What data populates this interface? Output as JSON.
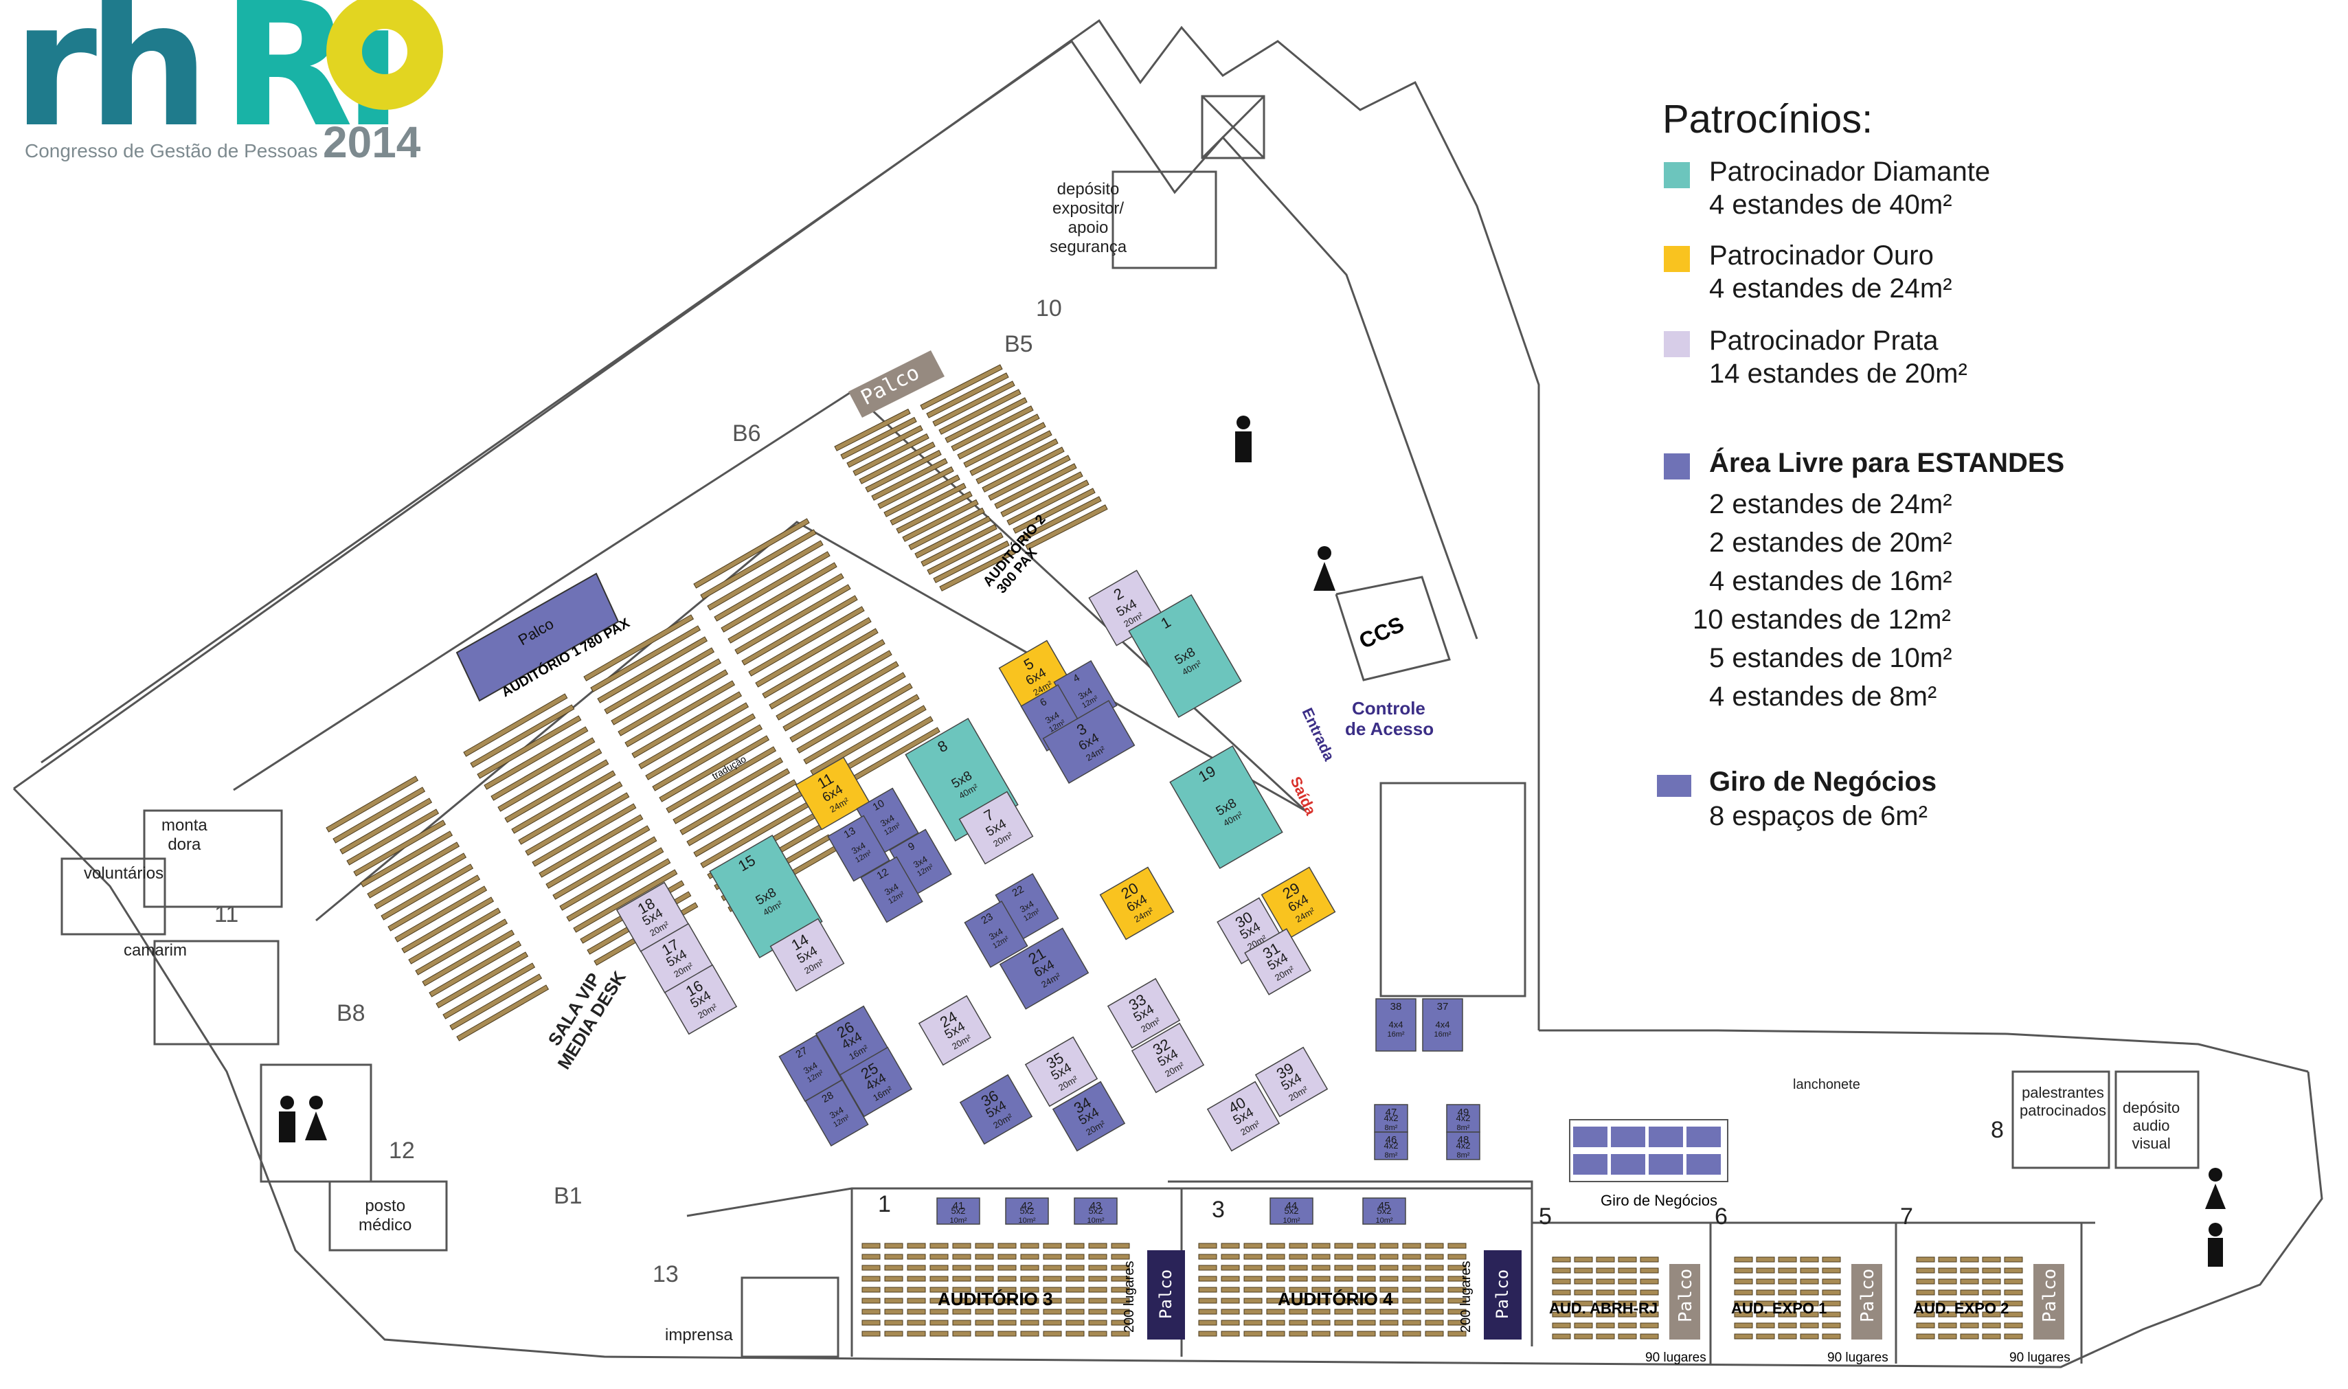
{
  "logo": {
    "rh": "rh",
    "rio": "Ri",
    "subtitle": "Congresso de Gestão de Pessoas",
    "year": "2014"
  },
  "legend": {
    "title": "Patrocínios:",
    "items": [
      {
        "name": "Patrocinador Diamante",
        "detail": "4 estandes de 40m²",
        "color": "#6cc5bd"
      },
      {
        "name": "Patrocinador Ouro",
        "detail": "4 estandes de 24m²",
        "color": "#f9c31f"
      },
      {
        "name": "Patrocinador Prata",
        "detail": "14 estandes de 20m²",
        "color": "#d7cde8"
      }
    ],
    "free_area": {
      "name": "Área Livre para ESTANDES",
      "color": "#6f72b6",
      "lines": [
        "2 estandes de 24m²",
        "2 estandes de 20m²",
        "4 estandes de 16m²",
        "10 estandes de 12m²",
        "5 estandes de 10m²",
        "4 estandes de 8m²"
      ]
    },
    "giro": {
      "name": "Giro de Negócios",
      "detail": "8 espaços de 6m²",
      "color": "#6f72b6"
    }
  },
  "booths": [
    {
      "num": "2",
      "size": "5x4",
      "area": "20m²",
      "tier": "prata"
    },
    {
      "num": "1",
      "size": "5x8",
      "area": "40m²",
      "tier": "diamante"
    },
    {
      "num": "5",
      "size": "6x4",
      "area": "24m²",
      "tier": "ouro"
    },
    {
      "num": "4",
      "size": "3x4",
      "area": "12m²",
      "tier": "livre"
    },
    {
      "num": "6",
      "size": "3x4",
      "area": "12m²",
      "tier": "livre"
    },
    {
      "num": "3",
      "size": "6x4",
      "area": "24m²",
      "tier": "livre"
    },
    {
      "num": "8",
      "size": "5x8",
      "area": "40m²",
      "tier": "diamante"
    },
    {
      "num": "7",
      "size": "5x4",
      "area": "20m²",
      "tier": "prata"
    },
    {
      "num": "11",
      "size": "6x4",
      "area": "24m²",
      "tier": "ouro"
    },
    {
      "num": "10",
      "size": "3x4",
      "area": "12m²",
      "tier": "livre"
    },
    {
      "num": "13",
      "size": "3x4",
      "area": "12m²",
      "tier": "livre"
    },
    {
      "num": "9",
      "size": "3x4",
      "area": "12m²",
      "tier": "livre"
    },
    {
      "num": "12",
      "size": "3x4",
      "area": "12m²",
      "tier": "livre"
    },
    {
      "num": "19",
      "size": "5x8",
      "area": "40m²",
      "tier": "diamante"
    },
    {
      "num": "15",
      "size": "5x8",
      "area": "40m²",
      "tier": "diamante"
    },
    {
      "num": "14",
      "size": "5x4",
      "area": "20m²",
      "tier": "prata"
    },
    {
      "num": "20",
      "size": "6x4",
      "area": "24m²",
      "tier": "ouro"
    },
    {
      "num": "29",
      "size": "6x4",
      "area": "24m²",
      "tier": "ouro"
    },
    {
      "num": "30",
      "size": "5x4",
      "area": "20m²",
      "tier": "prata"
    },
    {
      "num": "31",
      "size": "5x4",
      "area": "20m²",
      "tier": "prata"
    },
    {
      "num": "18",
      "size": "5x4",
      "area": "20m²",
      "tier": "prata"
    },
    {
      "num": "17",
      "size": "5x4",
      "area": "20m²",
      "tier": "prata"
    },
    {
      "num": "16",
      "size": "5x4",
      "area": "20m²",
      "tier": "prata"
    },
    {
      "num": "22",
      "size": "3x4",
      "area": "12m²",
      "tier": "livre"
    },
    {
      "num": "23",
      "size": "3x4",
      "area": "12m²",
      "tier": "livre"
    },
    {
      "num": "21",
      "size": "6x4",
      "area": "24m²",
      "tier": "livre"
    },
    {
      "num": "24",
      "size": "5x4",
      "area": "20m²",
      "tier": "prata"
    },
    {
      "num": "33",
      "size": "5x4",
      "area": "20m²",
      "tier": "prata"
    },
    {
      "num": "32",
      "size": "5x4",
      "area": "20m²",
      "tier": "prata"
    },
    {
      "num": "26",
      "size": "4x4",
      "area": "16m²",
      "tier": "livre"
    },
    {
      "num": "27",
      "size": "3x4",
      "area": "12m²",
      "tier": "livre"
    },
    {
      "num": "25",
      "size": "4x4",
      "area": "16m²",
      "tier": "livre"
    },
    {
      "num": "28",
      "size": "3x4",
      "area": "12m²",
      "tier": "livre"
    },
    {
      "num": "35",
      "size": "5x4",
      "area": "20m²",
      "tier": "prata"
    },
    {
      "num": "36",
      "size": "5x4",
      "area": "20m²",
      "tier": "livre"
    },
    {
      "num": "34",
      "size": "5x4",
      "area": "20m²",
      "tier": "livre"
    },
    {
      "num": "39",
      "size": "5x4",
      "area": "20m²",
      "tier": "prata"
    },
    {
      "num": "40",
      "size": "5x4",
      "area": "20m²",
      "tier": "prata"
    },
    {
      "num": "38",
      "size": "4x4",
      "area": "16m²",
      "tier": "livre"
    },
    {
      "num": "37",
      "size": "4x4",
      "area": "16m²",
      "tier": "livre"
    },
    {
      "num": "47",
      "size": "4x2",
      "area": "8m²",
      "tier": "livre"
    },
    {
      "num": "49",
      "size": "4x2",
      "area": "8m²",
      "tier": "livre"
    },
    {
      "num": "46",
      "size": "4x2",
      "area": "8m²",
      "tier": "livre"
    },
    {
      "num": "48",
      "size": "4x2",
      "area": "8m²",
      "tier": "livre"
    },
    {
      "num": "41",
      "size": "5x2",
      "area": "10m²",
      "tier": "livre"
    },
    {
      "num": "42",
      "size": "5x2",
      "area": "10m²",
      "tier": "livre"
    },
    {
      "num": "43",
      "size": "5x2",
      "area": "10m²",
      "tier": "livre"
    },
    {
      "num": "44",
      "size": "5x2",
      "area": "10m²",
      "tier": "livre"
    },
    {
      "num": "45",
      "size": "5x2",
      "area": "10m²",
      "tier": "livre"
    }
  ],
  "labels": {
    "deposito_expositor": [
      "depósito",
      "expositor/",
      "apoio",
      "segurança"
    ],
    "palco": "Palco",
    "auditorio1": "AUDITÓRIO 1",
    "auditorio1_pax": "780 PAX",
    "auditorio2": "AUDITÓRIO 2",
    "auditorio2_pax": "300 PAX",
    "auditorio3": "AUDITÓRIO 3",
    "auditorio4": "AUDITÓRIO 4",
    "aud_abrh": "AUD. ABRH-RJ",
    "aud_expo1": "AUD. EXPO 1",
    "aud_expo2": "AUD. EXPO 2",
    "lugares200": "200 lugares",
    "lugares90": "90 lugares",
    "sala_vip": [
      "SALA VIP",
      "MEDIA DESK"
    ],
    "ccs": "CCS",
    "controle": [
      "Controle",
      "de Acesso"
    ],
    "entrada": "Entrada",
    "saida": "Saída",
    "monta_dora": [
      "monta",
      "dora"
    ],
    "voluntarios": "voluntários",
    "camarim": "camarim",
    "posto_medico": [
      "posto",
      "médico"
    ],
    "imprensa": "imprensa",
    "lanchonete": "lanchonete",
    "palestrantes": [
      "palestrantes",
      "patrocinados"
    ],
    "deposito_audio": [
      "depósito",
      "audio",
      "visual"
    ],
    "giro_negocios": "Giro de Negócios",
    "traducao": "tradução",
    "b1": "B1",
    "b5": "B5",
    "b6": "B6",
    "b8": "B8",
    "n1": "1",
    "n3": "3",
    "n5": "5",
    "n6": "6",
    "n7": "7",
    "n8": "8",
    "n10": "10",
    "n11": "11",
    "n12": "12",
    "n13": "13"
  }
}
